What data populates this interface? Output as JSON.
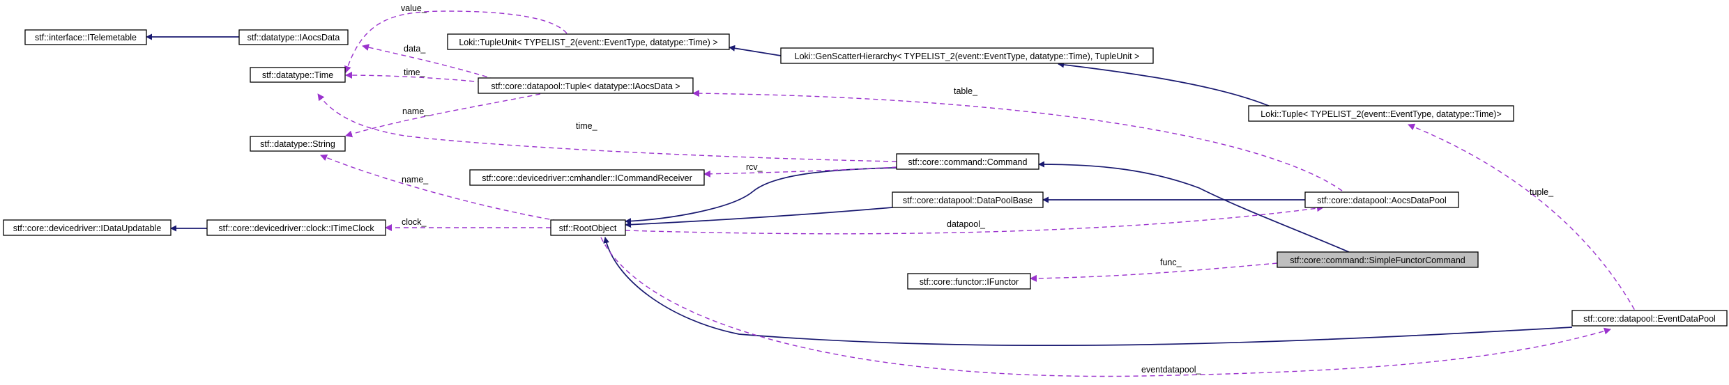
{
  "colors": {
    "inheritance_edge": "#191970",
    "usage_edge": "#9a32cd",
    "highlight_fill": "#bfbfbf"
  },
  "nodes": {
    "itelemetable": "stf::interface::ITelemetable",
    "iaocsdata": "stf::datatype::IAocsData",
    "time": "stf::datatype::Time",
    "string": "stf::datatype::String",
    "tupleunit": "Loki::TupleUnit< TYPELIST_2(event::EventType, datatype::Time) >",
    "genscatter": "Loki::GenScatterHierarchy< TYPELIST_2(event::EventType, datatype::Time), TupleUnit >",
    "tuple_aocs": "stf::core::datapool::Tuple< datatype::IAocsData >",
    "loki_tuple": "Loki::Tuple< TYPELIST_2(event::EventType, datatype::Time)>",
    "command": "stf::core::command::Command",
    "icommandreceiver": "stf::core::devicedriver::cmhandler::ICommandReceiver",
    "datapoolbase": "stf::core::datapool::DataPoolBase",
    "aocsdatapool": "stf::core::datapool::AocsDataPool",
    "idataupdatable": "stf::core::devicedriver::IDataUpdatable",
    "itimeclock": "stf::core::devicedriver::clock::ITimeClock",
    "rootobject": "stf::RootObject",
    "simplefunctorcommand": "stf::core::command::SimpleFunctorCommand",
    "ifunctor": "stf::core::functor::IFunctor",
    "eventdatapool": "stf::core::datapool::EventDataPool"
  },
  "edge_labels": {
    "value": "value_",
    "data": "data_",
    "time_tuple": "time_",
    "name_tuple": "name_",
    "table": "table_",
    "time_command": "time_",
    "rcv": "rcv_",
    "name_root": "name_",
    "clock": "clock_",
    "datapool": "datapool_",
    "func": "func_",
    "tuple": "tuple_",
    "eventdatapool": "eventdatapool_"
  }
}
